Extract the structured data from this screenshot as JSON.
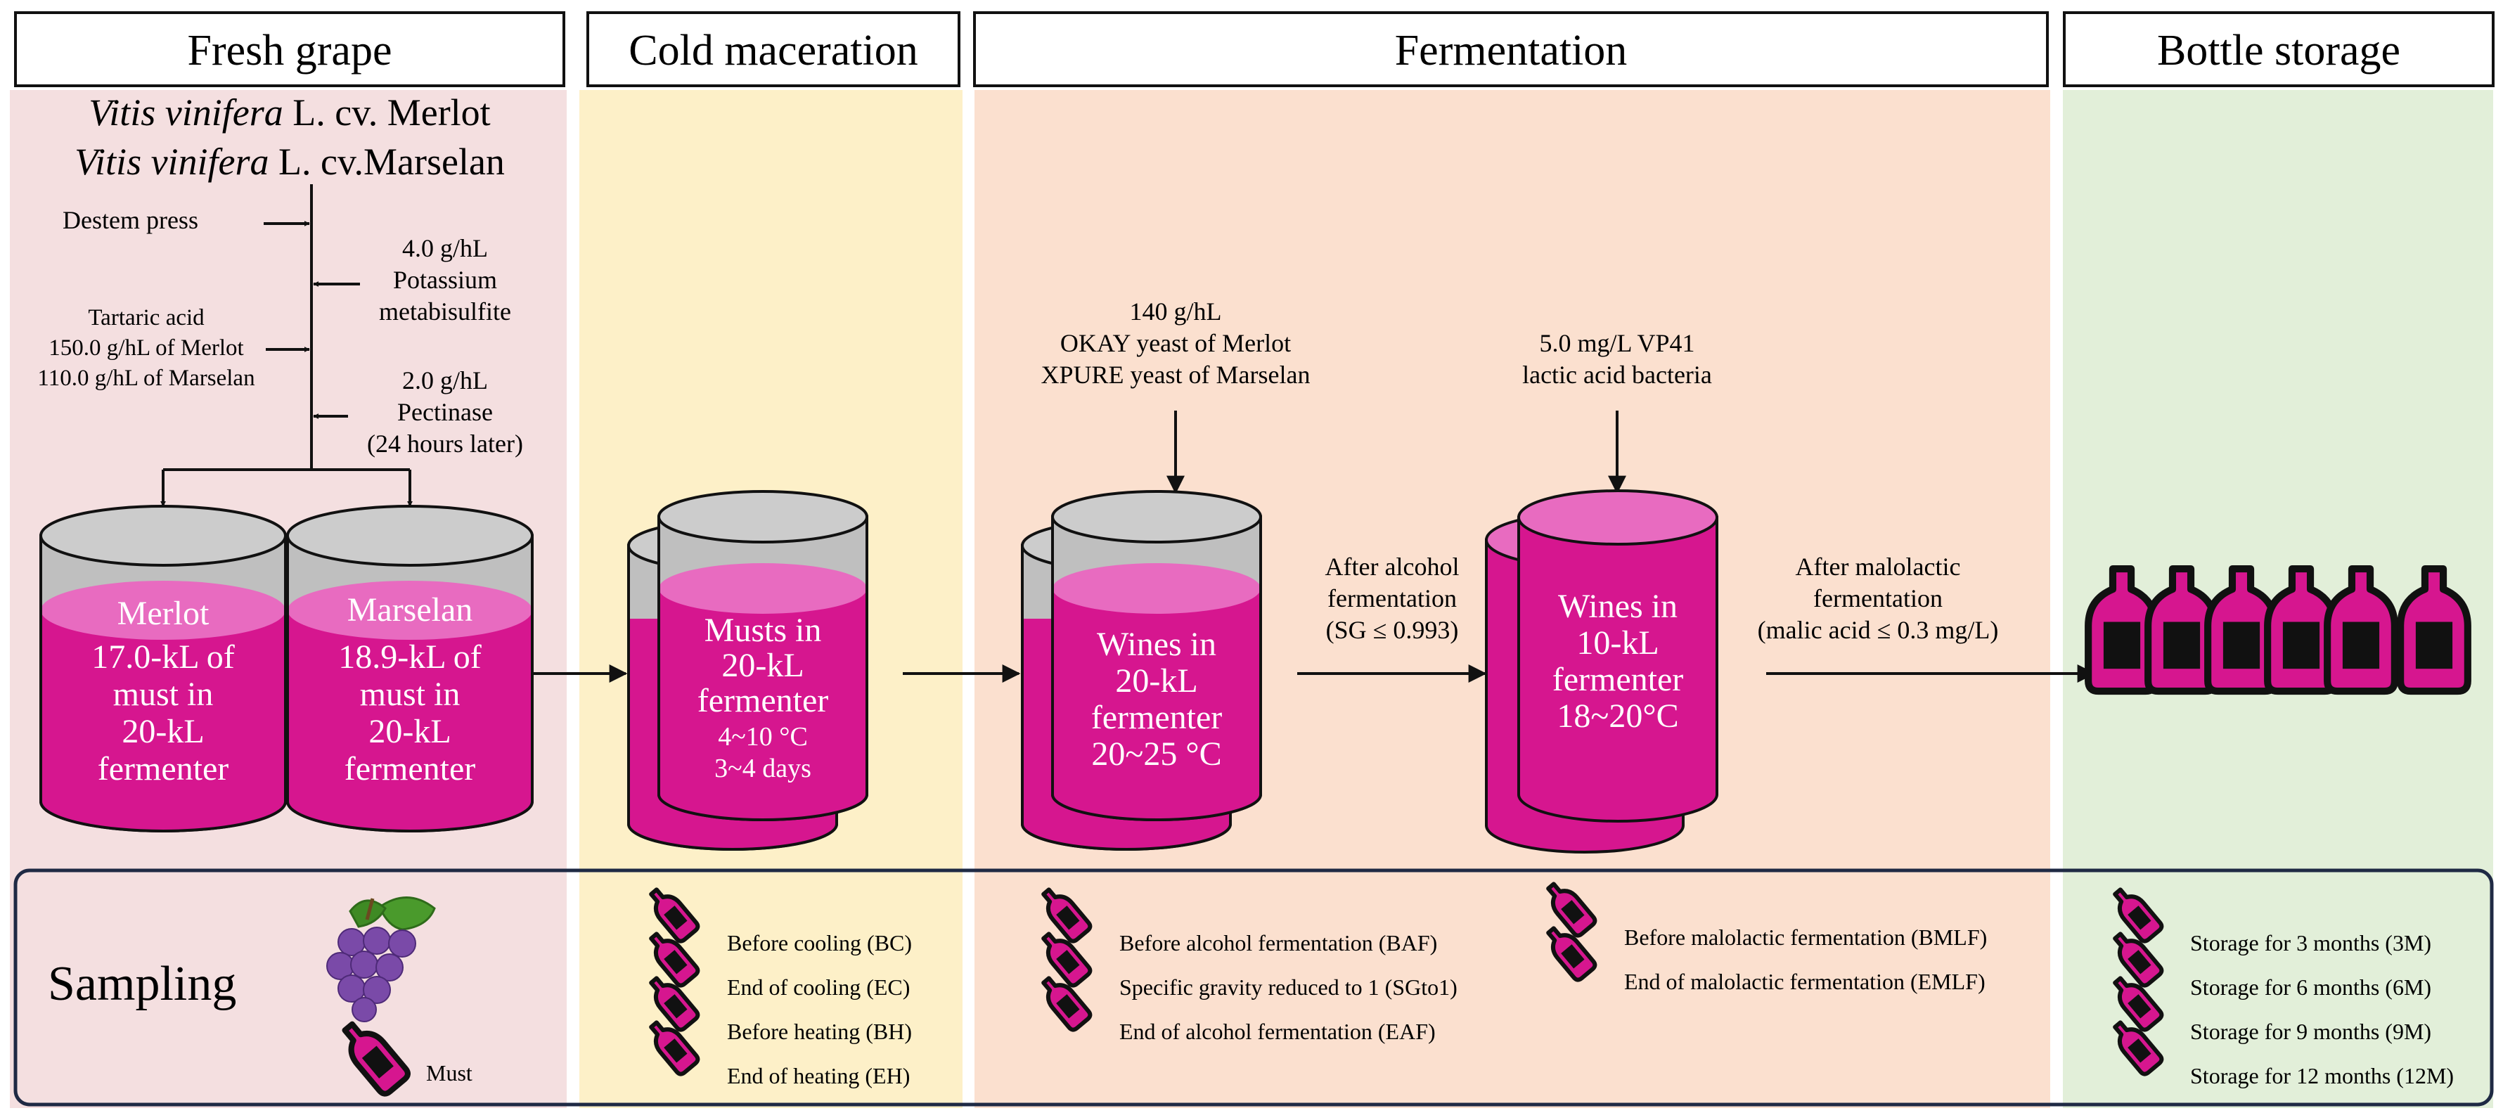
{
  "colors": {
    "fresh_bg": "#f4dfe0",
    "cold_bg": "#fdf0c8",
    "ferm_bg": "#fbe0cf",
    "bottle_bg": "#e2efd9",
    "wine": "#d6168f",
    "wine_top": "#e86bc0",
    "tank_grey": "#bfbfbf",
    "tank_grey_top": "#cccccc",
    "bottle_label": "#111111"
  },
  "stages": {
    "fresh_grape": "Fresh grape",
    "cold_maceration": "Cold maceration",
    "fermentation": "Fermentation",
    "bottle_storage": "Bottle storage"
  },
  "fresh": {
    "cultivar1_italic": "Vitis vinifera",
    "cultivar1_rest": " L. cv. Merlot",
    "cultivar2_italic": "Vitis vinifera",
    "cultivar2_rest": " L. cv.Marselan",
    "destem": "Destem press",
    "so2_line1": "4.0 g/hL",
    "so2_line2": "Potassium",
    "so2_line3": "metabisulfite",
    "acid_line1": "Tartaric acid",
    "acid_line2": "150.0 g/hL of Merlot",
    "acid_line3": "110.0 g/hL of Marselan",
    "pect_line1": "2.0 g/hL",
    "pect_line2": "Pectinase",
    "pect_line3": "(24 hours later)",
    "tank1": {
      "name": "Merlot",
      "l1": "17.0-kL of",
      "l2": "must in",
      "l3": "20-kL",
      "l4": "fermenter"
    },
    "tank2": {
      "name": "Marselan",
      "l1": "18.9-kL of",
      "l2": "must in",
      "l3": "20-kL",
      "l4": "fermenter"
    }
  },
  "cold": {
    "l1": "Musts in",
    "l2": "20-kL",
    "l3": "fermenter",
    "l4": "4~10 °C",
    "l5": "3~4 days"
  },
  "ferm": {
    "yeast_l1": "140 g/hL",
    "yeast_l2": "OKAY yeast of Merlot",
    "yeast_l3": "XPURE yeast of  Marselan",
    "alc_tank": {
      "l1": "Wines in",
      "l2": "20-kL",
      "l3": "fermenter",
      "l4": "20~25 °C"
    },
    "after_alc_l1": "After alcohol",
    "after_alc_l2": "fermentation",
    "after_alc_l3": "(SG ≤ 0.993)",
    "lab_l1": "5.0 mg/L VP41",
    "lab_l2": "lactic acid bacteria",
    "mlf_tank": {
      "l1": "Wines in",
      "l2": "10-kL",
      "l3": "fermenter",
      "l4": "18~20°C"
    },
    "after_mlf_l1": "After malolactic",
    "after_mlf_l2": "fermentation",
    "after_mlf_l3": "(malic acid  ≤ 0.3 mg/L)"
  },
  "sampling": {
    "title": "Sampling",
    "must": "Must",
    "cold": [
      "Before cooling (BC)",
      "End of cooling (EC)",
      "Before heating (BH)",
      "End of heating (EH)"
    ],
    "alc": [
      "Before alcohol fermentation (BAF)",
      "Specific gravity reduced to 1 (SGto1)",
      "End of alcohol fermentation (EAF)"
    ],
    "mlf": [
      "Before malolactic fermentation (BMLF)",
      "End of malolactic fermentation (EMLF)"
    ],
    "storage": [
      "Storage for 3 months (3M)",
      "Storage for 6 months (6M)",
      "Storage for 9 months (9M)",
      "Storage for 12 months (12M)"
    ]
  }
}
